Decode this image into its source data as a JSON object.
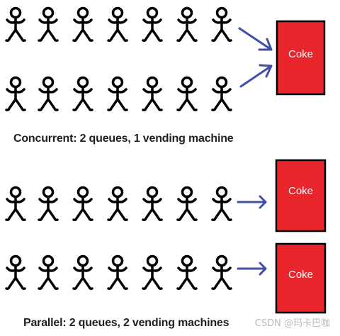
{
  "concurrent": {
    "caption": "Concurrent: 2 queues, 1 vending machine",
    "queues": 2,
    "people_per_queue": 7,
    "machines": [
      {
        "label": "Coke"
      }
    ]
  },
  "parallel": {
    "caption": "Parallel: 2 queues, 2 vending machines",
    "queues": 2,
    "people_per_queue": 7,
    "machines": [
      {
        "label": "Coke"
      },
      {
        "label": "Coke"
      }
    ]
  },
  "watermark": "CSDN @玛卡巴咖",
  "colors": {
    "machine": "#e8252a",
    "arrow": "#3f4fa8",
    "figure": "#000000"
  },
  "icons": [
    "stick-figure-icon",
    "arrow-icon",
    "vending-machine-icon"
  ]
}
